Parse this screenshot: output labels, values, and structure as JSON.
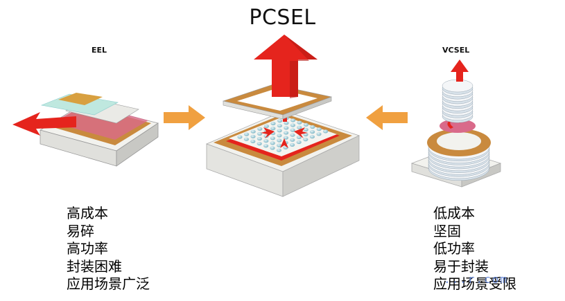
{
  "title": "PCSEL",
  "eel": {
    "label": "EEL",
    "traits": [
      "高成本",
      "易碎",
      "高功率",
      "封装困难",
      "应用场景广泛"
    ]
  },
  "vcsel": {
    "label": "VCSEL",
    "traits": [
      "低成本",
      "坚固",
      "低功率",
      "易于封装",
      "应用场景受限"
    ]
  },
  "watermark": "...r.com",
  "colors": {
    "red": "#e5241d",
    "orange": "#f0a040",
    "copper": "#c98a3e",
    "substrate": "#e8e8e4"
  }
}
